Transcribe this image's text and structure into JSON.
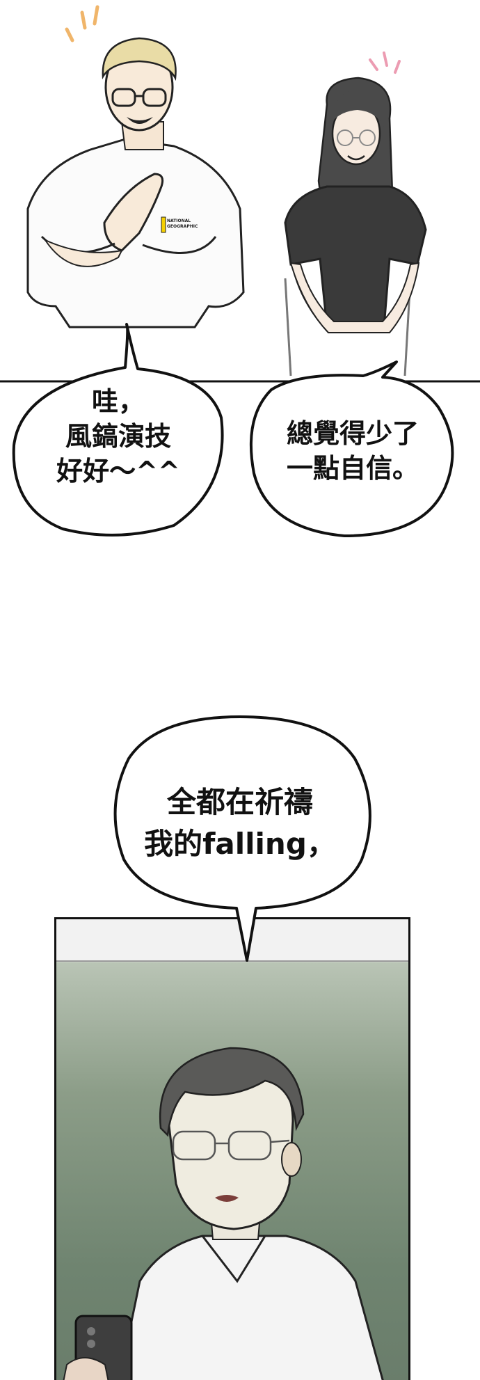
{
  "panel_1": {
    "shirt_logo": {
      "line_1": "NATIONAL",
      "line_2": "GEOGRAPHIC"
    },
    "bubble_left": {
      "lines": [
        "哇，",
        "風鎬演技",
        "好好～^^"
      ]
    },
    "bubble_right": {
      "lines": [
        "總覺得少了",
        "一點自信。"
      ]
    }
  },
  "panel_2": {
    "bubble_center": {
      "lines": [
        "全都在祈禱",
        "我的falling，"
      ]
    }
  },
  "colors": {
    "ink": "#111111",
    "wall_green": "#7d8f79",
    "shirt_black": "#3a3a3a",
    "hair_blond": "#e9dca6",
    "hair_dark": "#4a4a4a"
  }
}
